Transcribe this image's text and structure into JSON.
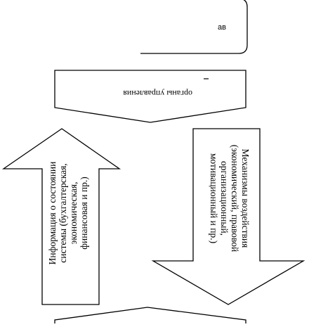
{
  "diagram": {
    "top_box_text": "ав",
    "banner_text": "органы управления",
    "left_arrow_lines": [
      "Информация о состоянии",
      "системы (бухгалтерская,",
      "экономическая,",
      "финансовая и пр.)"
    ],
    "right_arrow_lines": [
      "Механизмы воздействия",
      "(экономический, правовой",
      "организационный,",
      "мотивационный и пр.)"
    ]
  }
}
